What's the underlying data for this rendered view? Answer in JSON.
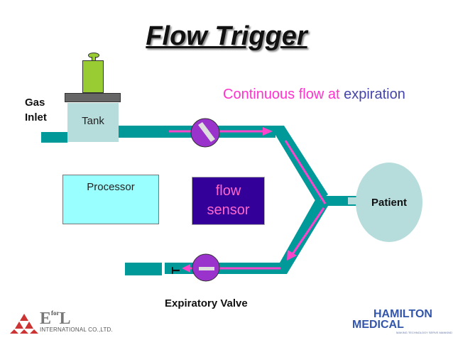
{
  "title": "Flow Trigger",
  "subtitle": {
    "pink_part": "Continuous flow at",
    "blue_part": "expiration"
  },
  "labels": {
    "gas_inlet_line1": "Gas",
    "gas_inlet_line2": "Inlet",
    "tank": "Tank",
    "processor": "Processor",
    "flow_sensor_line1": "flow",
    "flow_sensor_line2": "sensor",
    "patient": "Patient",
    "expiratory_valve": "Expiratory Valve",
    "valve_mark": "T"
  },
  "logos": {
    "left_main": "E",
    "left_small": "for",
    "left_main2": "L",
    "left_sub": "INTERNATIONAL CO.,LTD.",
    "right_line1": "HAMILTON",
    "right_line2": "MEDICAL",
    "right_tagline": "MAKING TECHNOLOGY SERVE MANKIND"
  },
  "colors": {
    "tube": "#009999",
    "tube_light": "#b7dcdc",
    "flow_arrow": "#ff44cc",
    "subtitle_pink": "#ff33cc",
    "subtitle_blue": "#4444aa",
    "valve": "#9933cc",
    "sensor": "#330099",
    "processor": "#99ffff",
    "weight": "#99cc33"
  }
}
